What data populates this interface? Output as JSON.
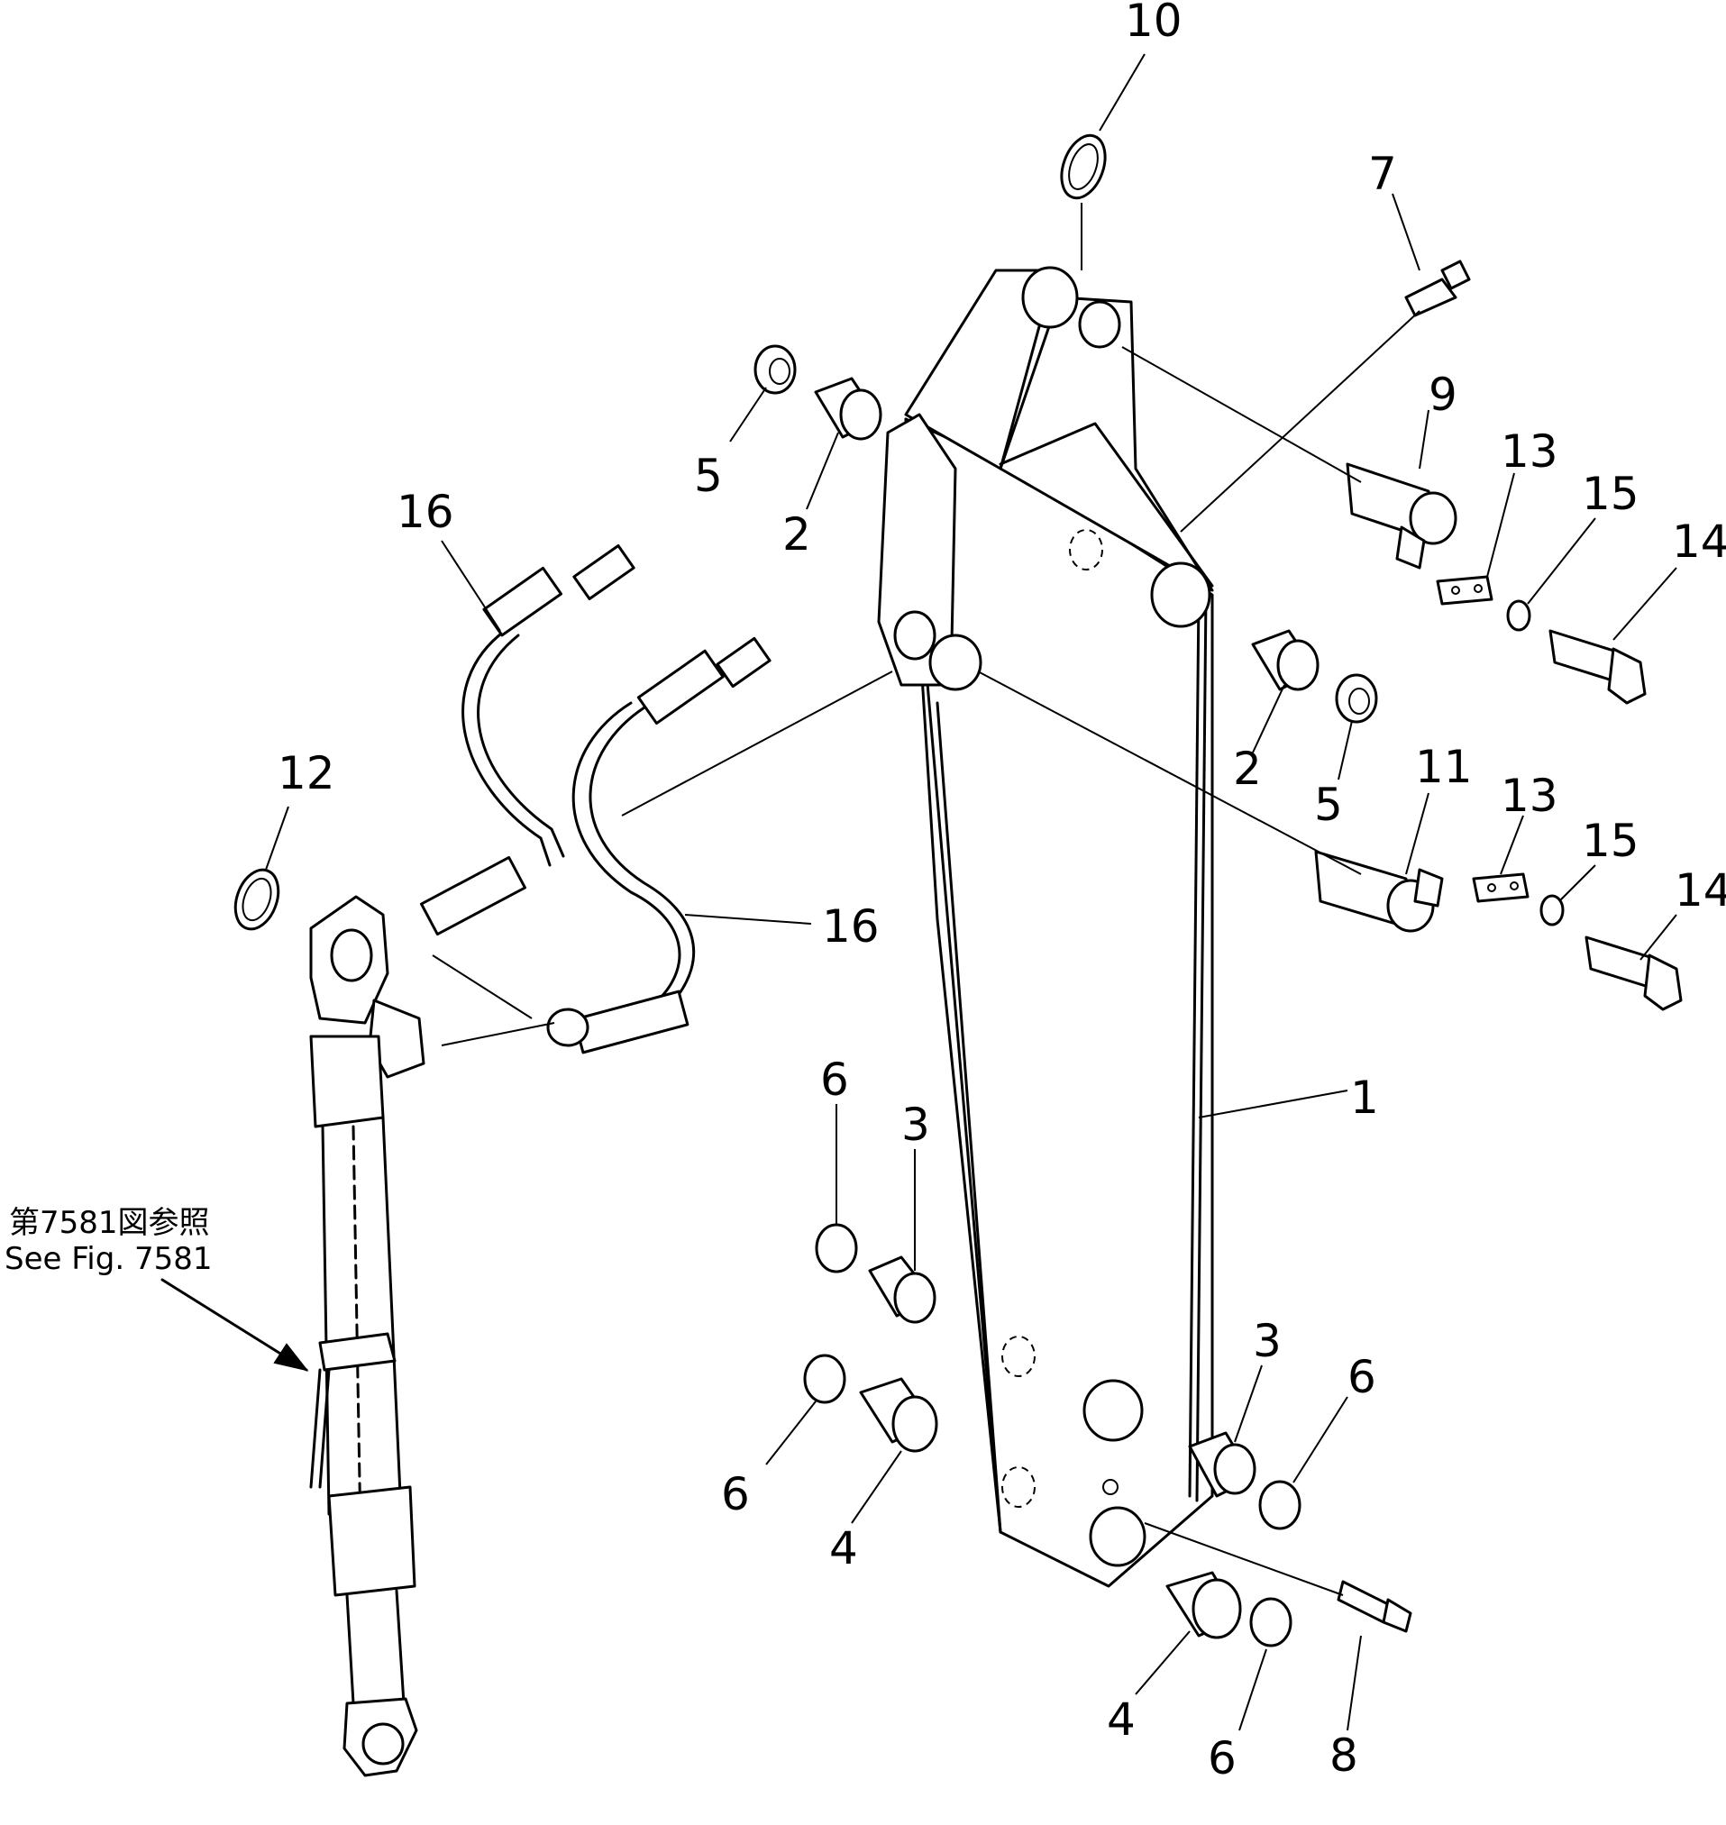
{
  "callouts": {
    "c10": "10",
    "c7": "7",
    "c9": "9",
    "c13a": "13",
    "c15a": "15",
    "c14a": "14",
    "c5a": "5",
    "c2a": "2",
    "c16a": "16",
    "c2b": "2",
    "c5b": "5",
    "c11": "11",
    "c13b": "13",
    "c15b": "15",
    "c14b": "14",
    "c12": "12",
    "c16b": "16",
    "c1": "1",
    "c6a": "6",
    "c3a": "3",
    "c6b": "6",
    "c4a": "4",
    "c3b": "3",
    "c6c": "6",
    "c4b": "4",
    "c6d": "6",
    "c8": "8"
  },
  "reference_note": {
    "jp": "第7581図参照",
    "en": "See Fig. 7581"
  }
}
